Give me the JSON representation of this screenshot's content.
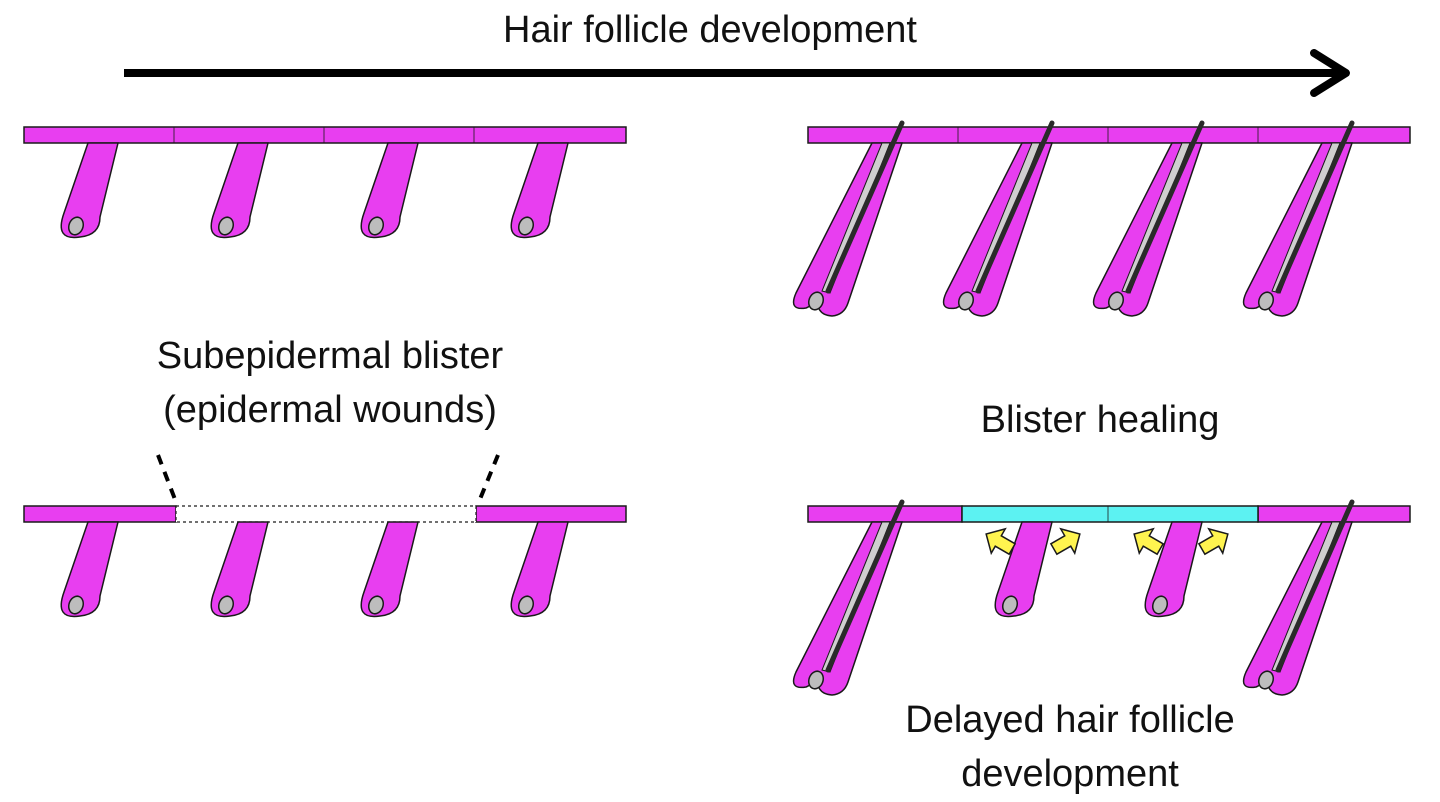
{
  "labels": {
    "title": "Hair follicle development",
    "blister_line1": "Subepidermal blister",
    "blister_line2": "(epidermal wounds)",
    "healing": "Blister healing",
    "delayed_line1": "Delayed hair follicle",
    "delayed_line2": "development"
  },
  "colors": {
    "epidermis": "#E83EF0",
    "outline": "#1a1a1a",
    "papilla": "#bdbdbd",
    "hair_shaft": "#2a2a2a",
    "healing_epidermis": "#5CF2F2",
    "migration_arrow": "#FFF44F",
    "wound": "#ffffff"
  },
  "panels": [
    {
      "name": "early-normal",
      "stage": "early",
      "wound": false
    },
    {
      "name": "late-normal",
      "stage": "mature",
      "wound": false
    },
    {
      "name": "early-wounded",
      "stage": "early",
      "wound": true
    },
    {
      "name": "late-healed",
      "stage": "mixed",
      "wound": true
    }
  ]
}
